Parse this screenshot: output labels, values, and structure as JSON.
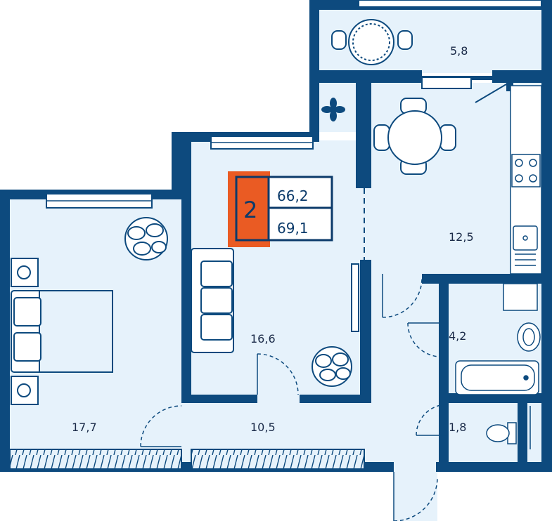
{
  "colors": {
    "wall": "#0d4a7e",
    "floor": "#e6f2fb",
    "furniture": "#0d4a7e",
    "accent": "#ea5b23",
    "text": "#1a2a48"
  },
  "rooms": {
    "balcony": {
      "area": "5,8"
    },
    "kitchen": {
      "area": "12,5"
    },
    "living_room": {
      "area": "16,6"
    },
    "bedroom": {
      "area": "17,7"
    },
    "hallway": {
      "area": "10,5"
    },
    "bathroom": {
      "area": "4,2"
    },
    "wc": {
      "area": "1,8"
    }
  },
  "badge": {
    "rooms_count": "2",
    "living_area": "66,2",
    "total_area": "69,1"
  },
  "icons": [
    "fan-icon",
    "plant-icon",
    "dining-table-icon",
    "bed-icon",
    "sofa-icon",
    "bathtub-icon",
    "toilet-icon",
    "sink-icon",
    "stove-icon"
  ]
}
